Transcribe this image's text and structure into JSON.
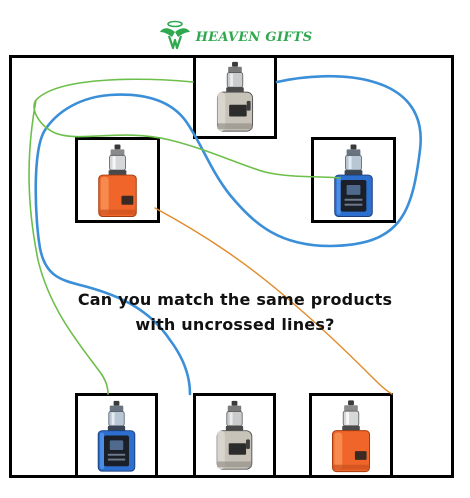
{
  "brand": {
    "name": "HEAVEN GIFTS",
    "logo_icon": "winged-halo-logo",
    "color": "#2fa84f"
  },
  "puzzle": {
    "question_line1": "Can you match the same products",
    "question_line2": "with uncrossed lines?",
    "line_colors": {
      "blue": "#3b8fd8",
      "green": "#6cbf4a",
      "orange": "#e08a2a"
    }
  },
  "products": [
    {
      "id": "top-center",
      "kind": "silver-grey-box-mod"
    },
    {
      "id": "mid-left",
      "kind": "orange-box-mod"
    },
    {
      "id": "mid-right",
      "kind": "blue-box-mod"
    },
    {
      "id": "bottom-left",
      "kind": "blue-box-mod"
    },
    {
      "id": "bottom-center",
      "kind": "silver-grey-box-mod"
    },
    {
      "id": "bottom-right",
      "kind": "orange-box-mod"
    }
  ]
}
